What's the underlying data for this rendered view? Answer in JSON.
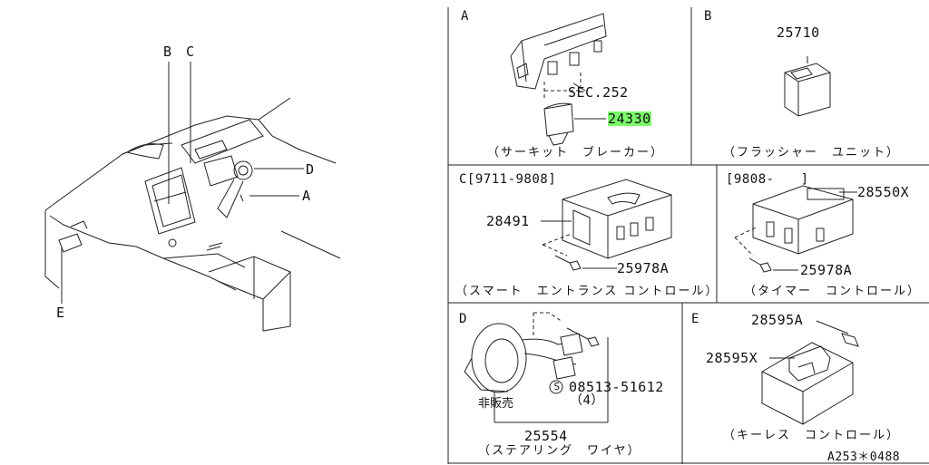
{
  "overview": {
    "labels": {
      "b": "B",
      "c": "C",
      "d": "D",
      "a": "A",
      "e": "E"
    }
  },
  "panel_a": {
    "letter": "A",
    "sec_ref": "SEC.252",
    "part": "24330",
    "part_highlight": "#7CFC6A",
    "caption": "（サーキット　ブレーカー）"
  },
  "panel_b": {
    "letter": "B",
    "part": "25710",
    "caption": "（フラッシャー　ユニット）"
  },
  "panel_c": {
    "header": "C[9711-9808]",
    "part_unit": "28491",
    "part_screw": "25978A",
    "caption": "（スマート　エントランス コントロール）"
  },
  "panel_c2": {
    "header": "[9808-　　]",
    "part_unit": "28550X",
    "part_screw": "25978A",
    "caption": "（タイマー　コントロール）"
  },
  "panel_d": {
    "letter": "D",
    "not_sold": "非販売",
    "bolt_symbol": "S",
    "bolt_part": "08513-51612",
    "bolt_qty": "（4）",
    "part": "25554",
    "caption": "（ステアリング　ワイヤ）"
  },
  "panel_e": {
    "letter": "E",
    "part_bolt": "28595A",
    "part_unit": "28595X",
    "caption": "（キーレス　コントロール）"
  },
  "footer": {
    "ref": "A253＊0488"
  }
}
